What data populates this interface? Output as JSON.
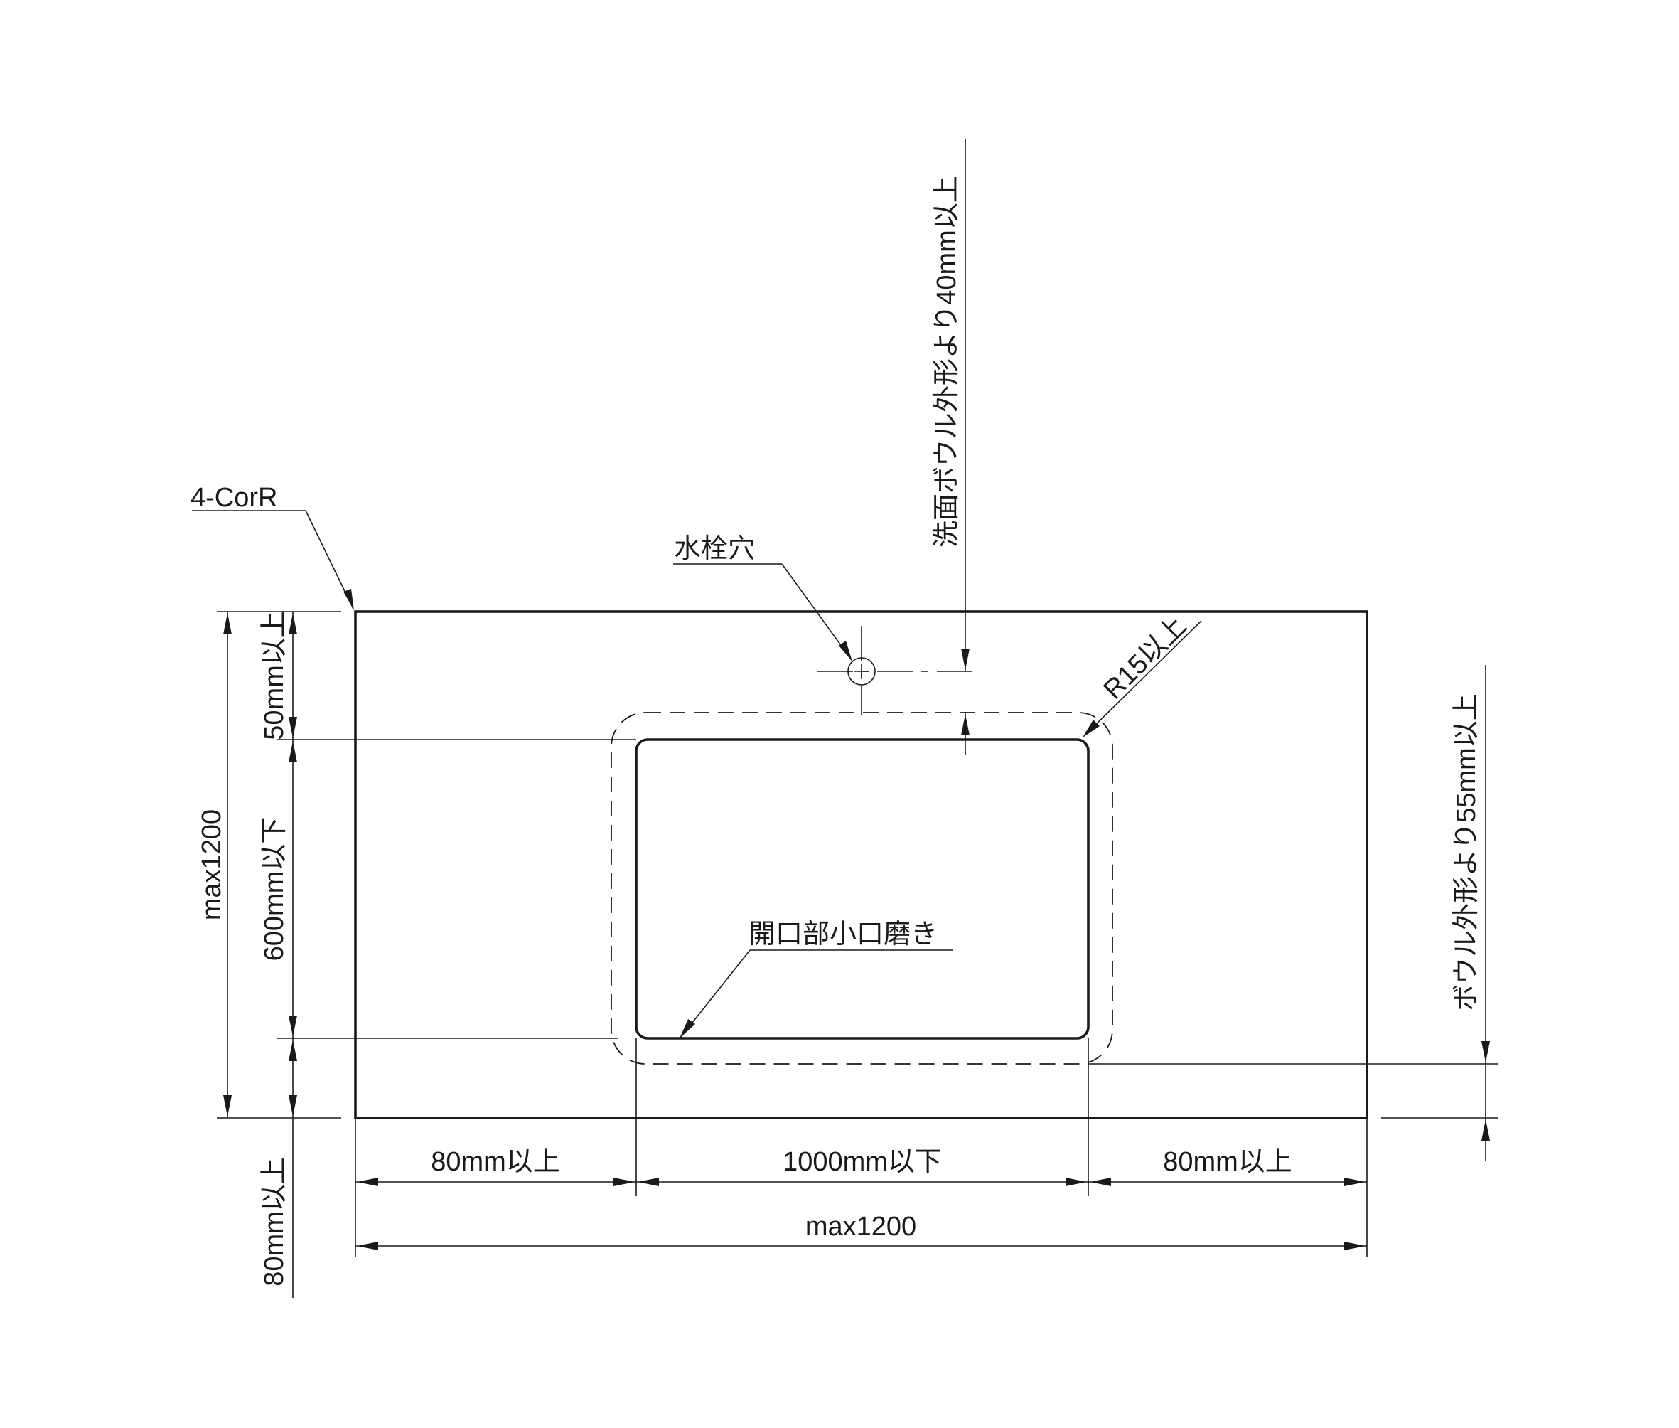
{
  "labels": {
    "corner": "4-CorR",
    "faucet_hole": "水栓穴",
    "faucet_offset": "洗面ボウル外形より40mm以上",
    "corner_radius": "R15以上",
    "bowl_offset": "ボウル外形より55mm以上",
    "edge_polish": "開口部小口磨き"
  },
  "dimensions": {
    "top_margin": "50mm以上",
    "opening_depth": "600mm以下",
    "bottom_margin": "80mm以上",
    "total_depth": "max1200",
    "left_margin": "80mm以上",
    "opening_width": "1000mm以下",
    "right_margin": "80mm以上",
    "total_width": "max1200"
  }
}
